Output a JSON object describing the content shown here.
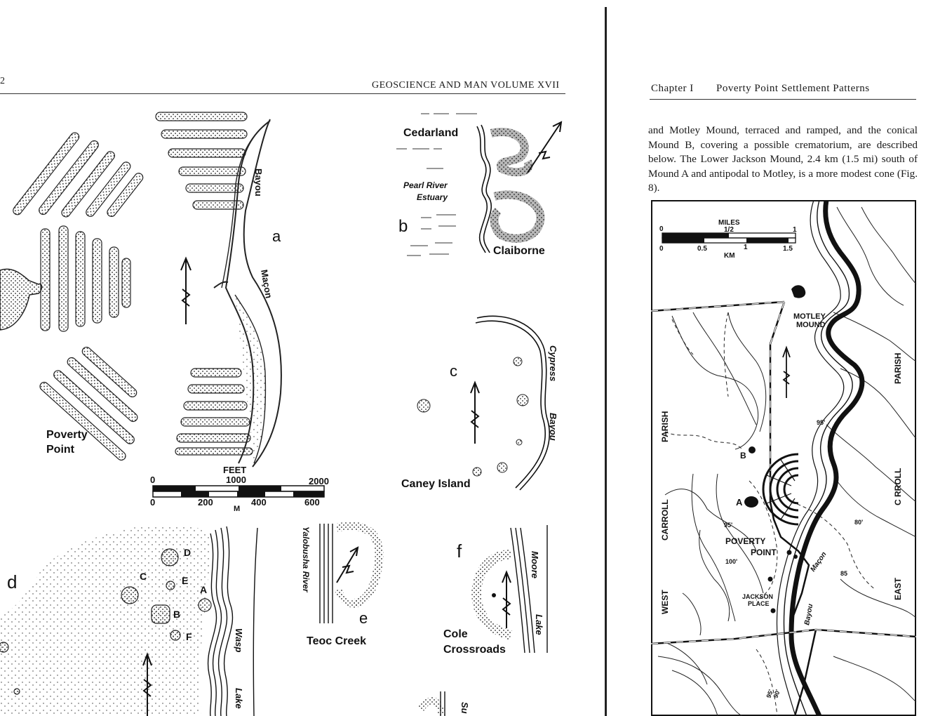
{
  "left_page": {
    "page_number": "2",
    "running_head": "GEOSCIENCE AND MAN VOLUME XVII",
    "map_a": {
      "panel_letter": "a",
      "site_name": "Poverty\nPoint",
      "site_line1": "Poverty",
      "site_line2": "Point",
      "water_labels": [
        "Bayou",
        "Maçon"
      ]
    },
    "scale_bar": {
      "title": "FEET",
      "feet_ticks": [
        "0",
        "1000",
        "2000"
      ],
      "meter_ticks": [
        "0",
        "200",
        "400",
        "600"
      ],
      "meter_unit": "M"
    },
    "map_b": {
      "panel_letter": "b",
      "labels": [
        "Cedarland",
        "Pearl River",
        "Estuary",
        "Claiborne"
      ]
    },
    "map_c": {
      "panel_letter": "c",
      "labels": [
        "Caney Island",
        "Cypress",
        "Bayou"
      ]
    },
    "map_d": {
      "panel_letter": "d",
      "mound_labels": [
        "D",
        "C",
        "E",
        "A",
        "B",
        "F"
      ],
      "water_labels": [
        "Wasp",
        "Lake"
      ]
    },
    "map_e": {
      "panel_letter": "e",
      "labels": [
        "Yalobusha River",
        "Teoc Creek"
      ]
    },
    "map_f": {
      "panel_letter": "f",
      "labels": [
        "Moore",
        "Lake",
        "Cole",
        "Crossroads"
      ]
    },
    "partial_label": "Su"
  },
  "right_page": {
    "running_head_chapter": "Chapter I",
    "running_head_title": "Poverty Point Settlement Patterns",
    "paragraph": "and Motley Mound, terraced and ramped, and the conical Mound B, covering a possible crematorium, are described below. The Lower Jackson Mound, 2.4 km (1.5 mi) south of Mound A and antipodal to Motley, is a more modest cone (Fig. 8).",
    "map": {
      "scale_title": "MILES",
      "mile_ticks": [
        "0",
        "1/2",
        "1"
      ],
      "km_ticks": [
        "0",
        "0.5",
        "1",
        "1.5"
      ],
      "km_unit": "KM",
      "labels": {
        "motley": "MOTLEY\nMOUND",
        "motley_1": "MOTLEY",
        "motley_2": "MOUND",
        "poverty_1": "POVERTY",
        "poverty_2": "POINT",
        "jackson_1": "JACKSON",
        "jackson_2": "PLACE",
        "mound_a": "A",
        "mound_b": "B",
        "west": "WEST",
        "carroll_left": "CARROLL",
        "parish_left": "PARISH",
        "east": "EAST",
        "carroll_right": "C  RROLL",
        "parish_right": "PARISH",
        "bayou": "Bayou",
        "macon": "Maçon",
        "contour_95": "95'",
        "contour_95b": "95'",
        "contour_100": "100'",
        "contour_80": "80'",
        "contour_85": "85",
        "contour_95c": "95'",
        "contour_90": "90'"
      }
    }
  }
}
